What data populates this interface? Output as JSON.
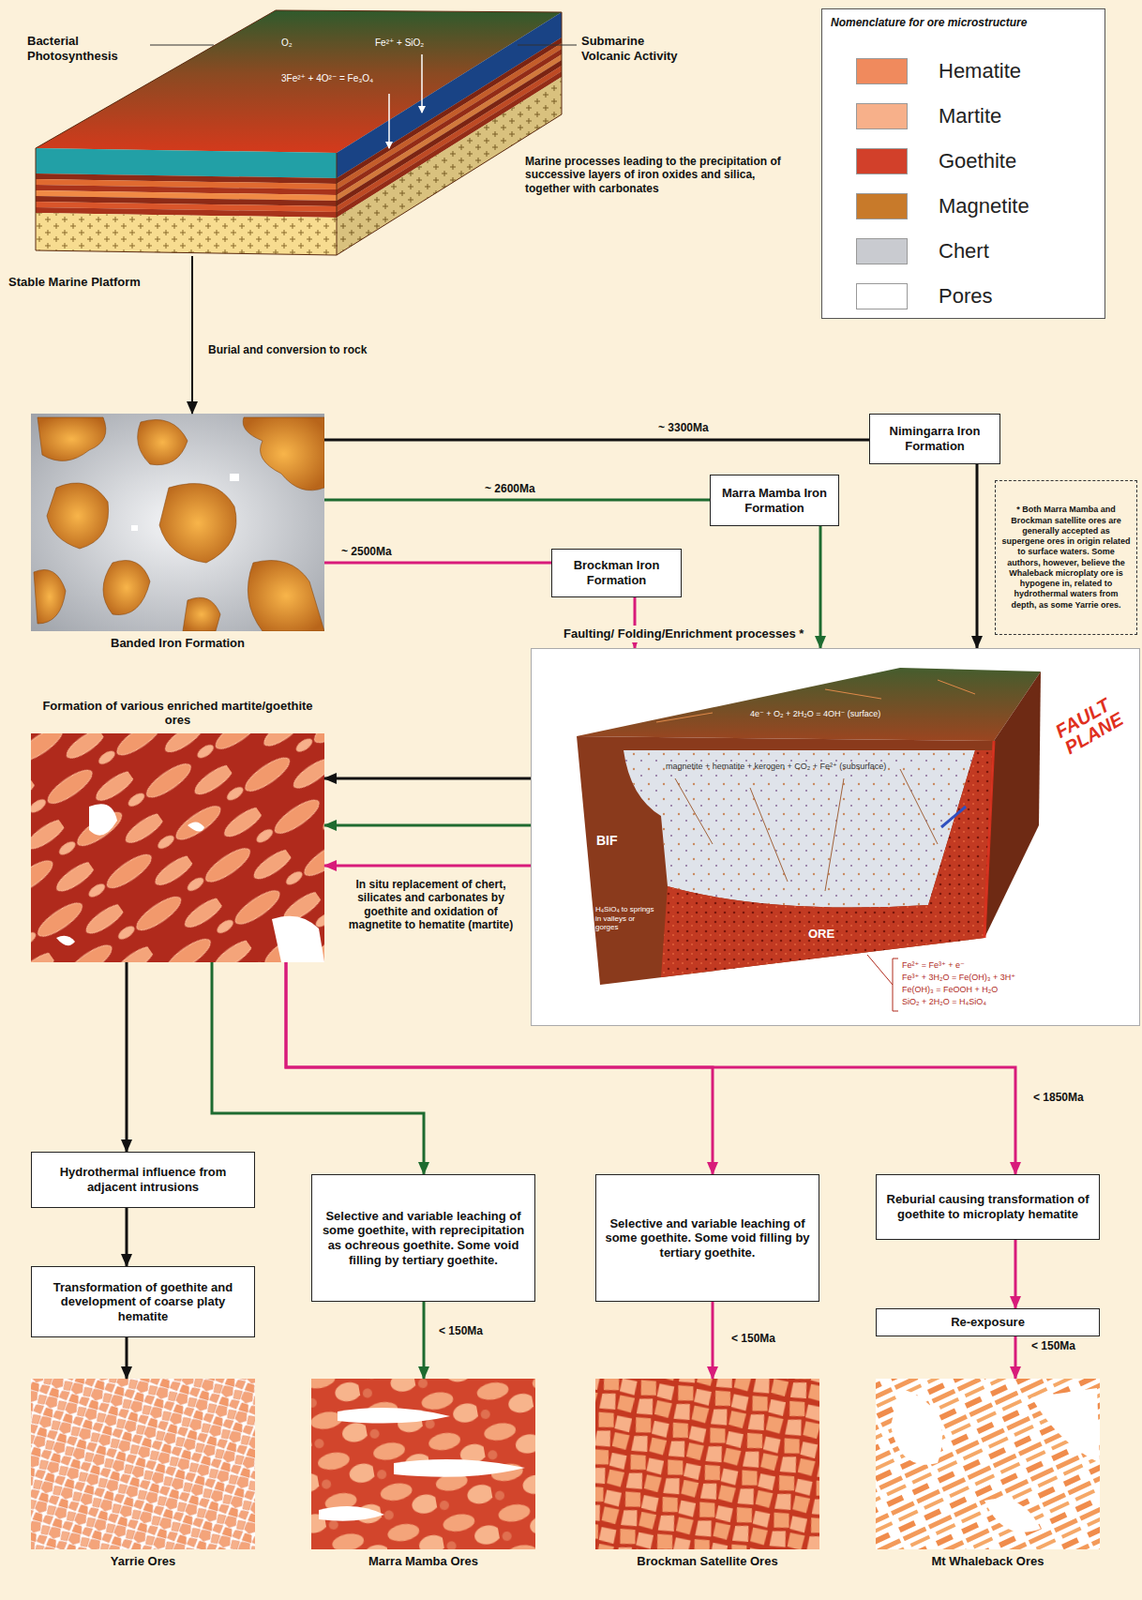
{
  "diagram": {
    "nodes": [
      {
        "text": [
          "Stable Marine Platform"
        ]
      },
      {
        "text": [
          "Banded Iron Formation"
        ]
      },
      {
        "text": [
          "Nimingarra Iron Formation"
        ]
      },
      {
        "text": [
          "Marra Mamba Iron Formation"
        ]
      },
      {
        "text": [
          "Brockman Iron Formation"
        ]
      },
      {
        "text": [
          "* Both Marra Mamba and Brockman satellite ores are generally accepted as supergene ores in origin related to surface waters. Some authors, however, believe the Whaleback microplaty ore is hypogene in, related to hydrothermal waters from depth, as some Yarrie ores."
        ]
      },
      {
        "text": [
          "Faulting/ Folding/Enrichment processes *"
        ]
      },
      {
        "text": [
          "Formation of various enriched martite/goethite ores"
        ]
      },
      {
        "text": [
          "Hydrothermal influence from adjacent intrusions"
        ]
      },
      {
        "text": [
          "Transformation of goethite and development of coarse platy hematite"
        ]
      },
      {
        "text": [
          "Yarrie Ores"
        ]
      },
      {
        "text": [
          "Selective and variable leaching of some goethite, with reprecipitation as ochreous goethite. Some void filling by tertiary goethite."
        ]
      },
      {
        "text": [
          "Marra Mamba Ores"
        ]
      },
      {
        "text": [
          "Selective and variable leaching of some goethite. Some void filling by tertiary goethite."
        ]
      },
      {
        "text": [
          "Brockman Satellite Ores"
        ]
      },
      {
        "text": [
          "Reburial causing transformation of goethite to microplaty hematite"
        ]
      },
      {
        "text": [
          "Re-exposure"
        ]
      },
      {
        "text": [
          "Mt Whaleback Ores"
        ]
      }
    ],
    "edges": [
      {
        "from": 0,
        "to": 1,
        "arrow": "to",
        "label": "Burial and conversion to rock"
      },
      {
        "from": 1,
        "to": 2,
        "arrow": "none",
        "label": "~ 3300Ma"
      },
      {
        "from": 2,
        "to": 6,
        "arrow": "to"
      },
      {
        "from": 1,
        "to": 3,
        "arrow": "none",
        "label": "~ 2600Ma"
      },
      {
        "from": 3,
        "to": 6,
        "arrow": "to"
      },
      {
        "from": 1,
        "to": 4,
        "arrow": "none",
        "label": "~ 2500Ma"
      },
      {
        "from": 4,
        "to": 6,
        "arrow": "to"
      },
      {
        "from": 6,
        "to": 7,
        "arrow": "to"
      },
      {
        "from": 6,
        "to": 7,
        "arrow": "to"
      },
      {
        "from": 6,
        "to": 7,
        "arrow": "to"
      },
      {
        "from": 7,
        "to": 8,
        "arrow": "to"
      },
      {
        "from": 8,
        "to": 9,
        "arrow": "to"
      },
      {
        "from": 9,
        "to": 10,
        "arrow": "to"
      },
      {
        "from": 7,
        "to": 11,
        "arrow": "to"
      },
      {
        "from": 11,
        "to": 12,
        "arrow": "to",
        "label": "< 150Ma"
      },
      {
        "from": 7,
        "to": 13,
        "arrow": "to"
      },
      {
        "from": 13,
        "to": 14,
        "arrow": "to",
        "label": "< 150Ma"
      },
      {
        "from": 7,
        "to": 15,
        "arrow": "to",
        "label": "< 1850Ma"
      },
      {
        "from": 15,
        "to": 16,
        "arrow": "to"
      },
      {
        "from": 16,
        "to": 17,
        "arrow": "to",
        "label": "< 150Ma"
      }
    ],
    "labels": [
      "Bacterial Photosynthesis",
      "Submarine Volcanic Activity",
      "O₂",
      "Fe²⁺ + SiO₂",
      "3Fe²⁺ + 4O²⁻ = Fe₃O₄",
      "Marine processes leading to the precipitation of successive layers of iron oxides and silica, together with carbonates",
      "Nomenclature for ore microstructure",
      "FAULT PLANE",
      "4e⁻ + O₂ + 2H₂O = 4OH⁻ (surface)",
      "magnetite + hematite + kerogen + CO₂ + Fe²⁺ (subsurface)",
      "BIF",
      "ORE",
      "H₄SiO₄ to springs in valleys or gorges",
      "Fe²⁺ = Fe³⁺ + e⁻",
      "Fe³⁺ + 3H₂O = Fe(OH)₃ + 3H⁺",
      "Fe(OH)₃ = FeOOH + H₂O",
      "SiO₂ + 2H₂O = H₄SiO₄",
      "In situ replacement of chert, silicates and carbonates by goethite and oxidation of magnetite to hematite (martite)"
    ],
    "legend": [
      {
        "text": "Hematite",
        "color": "#f08a5d"
      },
      {
        "text": "Martite",
        "color": "#f7b08a"
      },
      {
        "text": "Goethite",
        "color": "#d2402a"
      },
      {
        "text": "Magnetite",
        "color": "#c87a2a"
      },
      {
        "text": "Chert",
        "color": "#c9cbd0"
      },
      {
        "text": "Pores",
        "color": "#ffffff"
      }
    ]
  }
}
